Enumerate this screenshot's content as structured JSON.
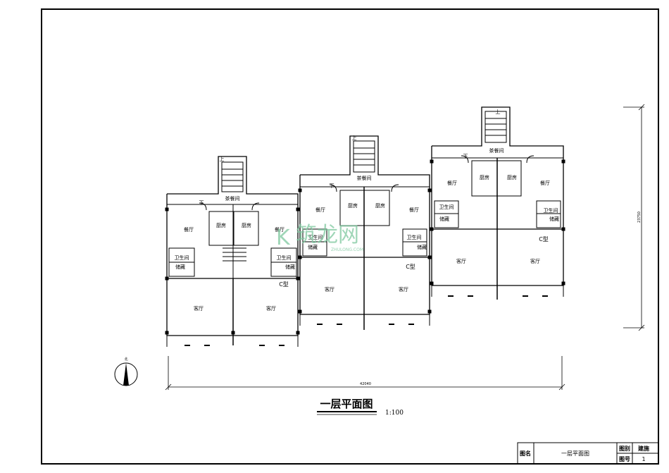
{
  "drawing": {
    "title": "一层平面图",
    "scale": "1:100",
    "north": "北",
    "dim_width": "42040",
    "dim_height": "23750"
  },
  "rooms": {
    "living": "客厅",
    "dining": "餐厅",
    "kitchen": "厨房",
    "bath": "卫生间",
    "storage": "储藏",
    "tea": "茶餐间",
    "type_c": "C型",
    "up": "上",
    "down": "下"
  },
  "title_block": {
    "name_label": "图名",
    "name_value": "一层平面图",
    "category_label": "图别",
    "category_value": "建施",
    "number_label": "图号",
    "number_value": "1"
  },
  "watermark": {
    "logo": "K",
    "text": "筑龙网",
    "sub": "ZHULONG.COM"
  },
  "colors": {
    "line": "#000000",
    "watermark": "#7fc9a0"
  }
}
